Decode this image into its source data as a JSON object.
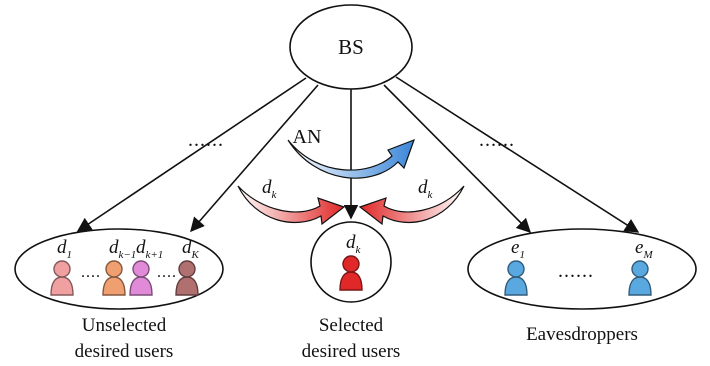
{
  "nodes": {
    "bs": "BS",
    "unselected_caption": [
      "Unselected",
      "desired users"
    ],
    "selected_caption": [
      "Selected",
      "desired users"
    ],
    "eaves_caption": "Eavesdroppers"
  },
  "labels": {
    "an": "AN",
    "dk": "d",
    "dk_sub": "k",
    "ellipsis": "......",
    "small_dots": "...."
  },
  "users": {
    "unselected": [
      {
        "sym": "d",
        "sub": "1",
        "color": "#f0a0a0"
      },
      {
        "sym": "d",
        "sub": "k−1",
        "color": "#f0a070"
      },
      {
        "sym": "d",
        "sub": "k+1",
        "color": "#e08ad8"
      },
      {
        "sym": "d",
        "sub": "K",
        "color": "#b07070"
      }
    ],
    "selected": {
      "sym": "d",
      "sub": "k",
      "color": "#e02828"
    },
    "eavesdroppers": [
      {
        "sym": "e",
        "sub": "1",
        "color": "#5aa8e0"
      },
      {
        "sym": "e",
        "sub": "M",
        "color": "#5aa8e0"
      }
    ]
  },
  "colors": {
    "an_arrow": "#3a86d8",
    "dk_arrow": "#e02828"
  }
}
